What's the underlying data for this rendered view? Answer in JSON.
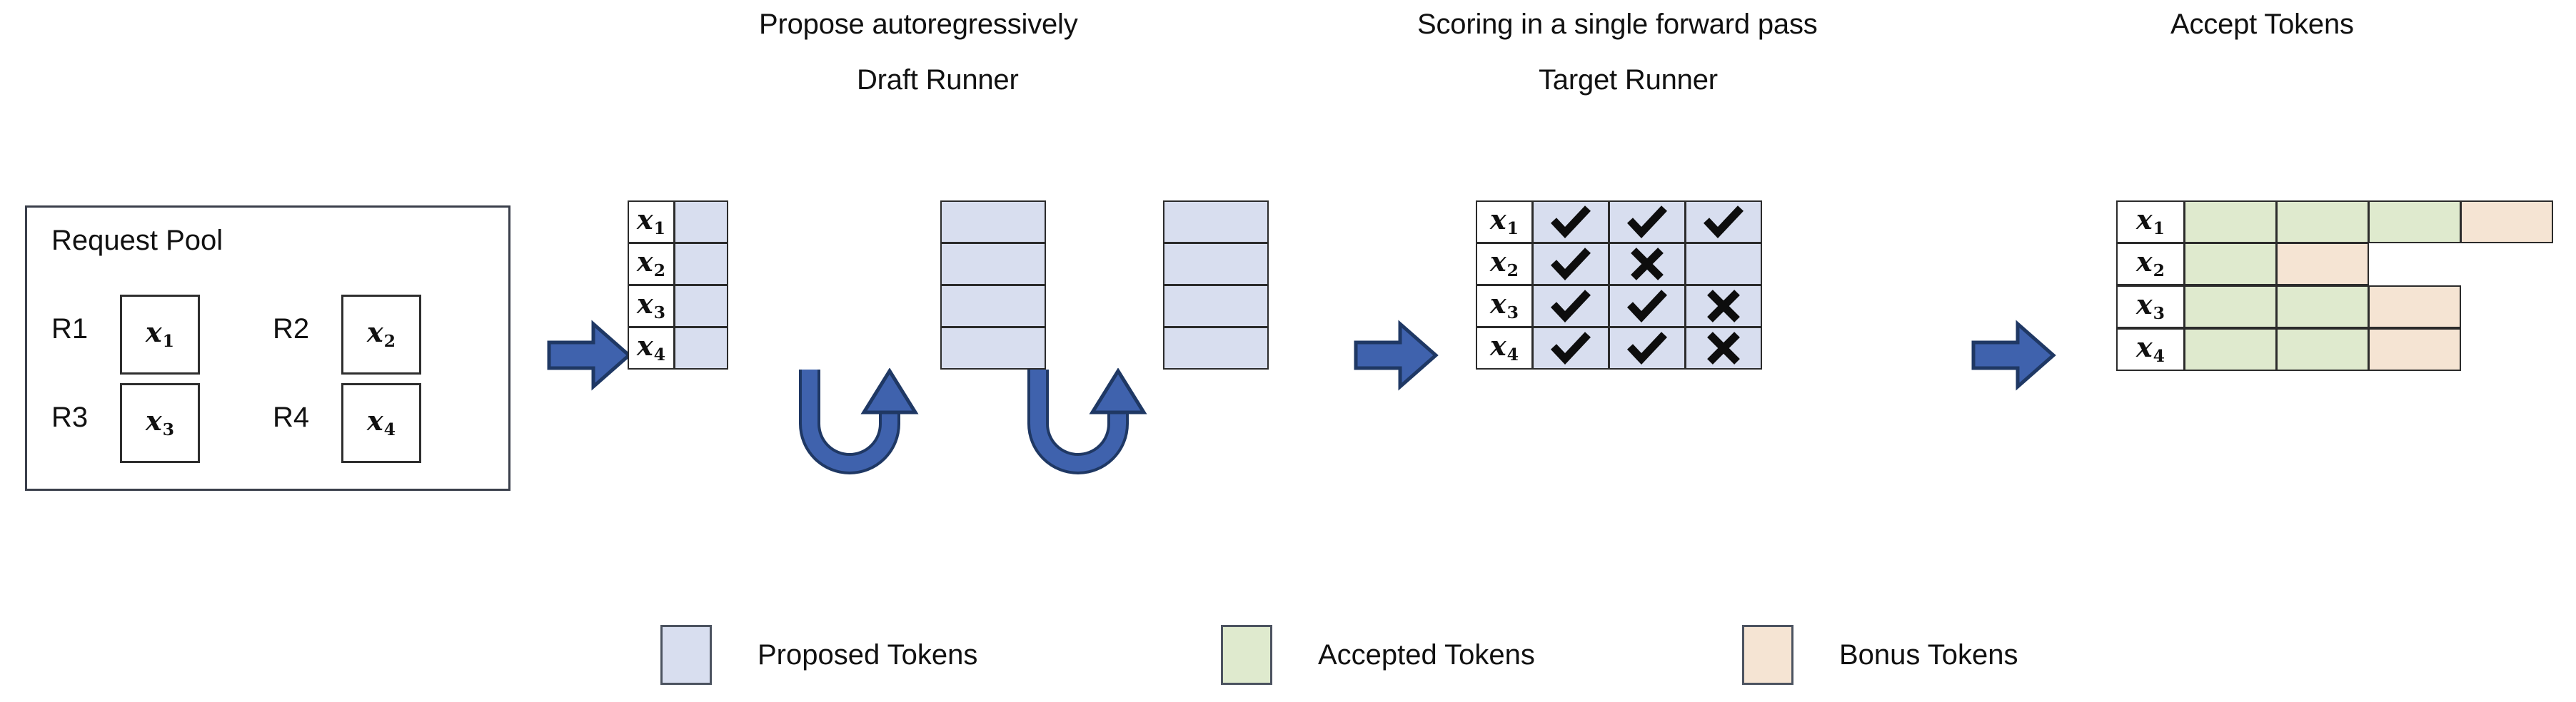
{
  "diagram": {
    "type": "flow-diagram",
    "titles": {
      "propose": "Propose autoregressively",
      "draft_runner": "Draft Runner",
      "scoring": "Scoring in a single forward pass",
      "target_runner": "Target Runner",
      "accept": "Accept Tokens"
    },
    "request_pool": {
      "title": "Request Pool",
      "requests": [
        {
          "label": "R1",
          "token": "x",
          "sub": "1"
        },
        {
          "label": "R2",
          "token": "x",
          "sub": "2"
        },
        {
          "label": "R3",
          "token": "x",
          "sub": "3"
        },
        {
          "label": "R4",
          "token": "x",
          "sub": "4"
        }
      ]
    },
    "draft_runner": {
      "row_labels": [
        {
          "token": "x",
          "sub": "1"
        },
        {
          "token": "x",
          "sub": "2"
        },
        {
          "token": "x",
          "sub": "3"
        },
        {
          "token": "x",
          "sub": "4"
        }
      ],
      "steps": 3,
      "cells_per_step": 1,
      "cell_state": "proposed"
    },
    "target_runner": {
      "row_labels": [
        {
          "token": "x",
          "sub": "1"
        },
        {
          "token": "x",
          "sub": "2"
        },
        {
          "token": "x",
          "sub": "3"
        },
        {
          "token": "x",
          "sub": "4"
        }
      ],
      "scores": [
        [
          "check",
          "check",
          "check"
        ],
        [
          "check",
          "cross",
          "blank"
        ],
        [
          "check",
          "check",
          "cross"
        ],
        [
          "check",
          "check",
          "cross"
        ]
      ]
    },
    "accept_tokens": {
      "row_labels": [
        {
          "token": "x",
          "sub": "1"
        },
        {
          "token": "x",
          "sub": "2"
        },
        {
          "token": "x",
          "sub": "3"
        },
        {
          "token": "x",
          "sub": "4"
        }
      ],
      "rows": [
        [
          "accepted",
          "accepted",
          "accepted",
          "bonus"
        ],
        [
          "accepted",
          "bonus"
        ],
        [
          "accepted",
          "accepted",
          "bonus"
        ],
        [
          "accepted",
          "accepted",
          "bonus"
        ]
      ]
    },
    "legend": [
      {
        "label": "Proposed Tokens",
        "swatch": "blue",
        "color": "#d8deef"
      },
      {
        "label": "Accepted Tokens",
        "swatch": "green",
        "color": "#dfeace"
      },
      {
        "label": "Bonus Tokens",
        "swatch": "orange",
        "color": "#f5e4d3"
      }
    ],
    "arrows": {
      "stage_arrow_count": 3,
      "loop_arrow_count": 2,
      "arrow_color": "#3f62ad",
      "arrow_border": "#1f3864"
    },
    "colors": {
      "proposed": "#d8deef",
      "accepted": "#dfeace",
      "bonus": "#f5e4d3",
      "outline": "#2b2b2b",
      "text": "#111111",
      "arrow": "#3f62ad"
    }
  }
}
